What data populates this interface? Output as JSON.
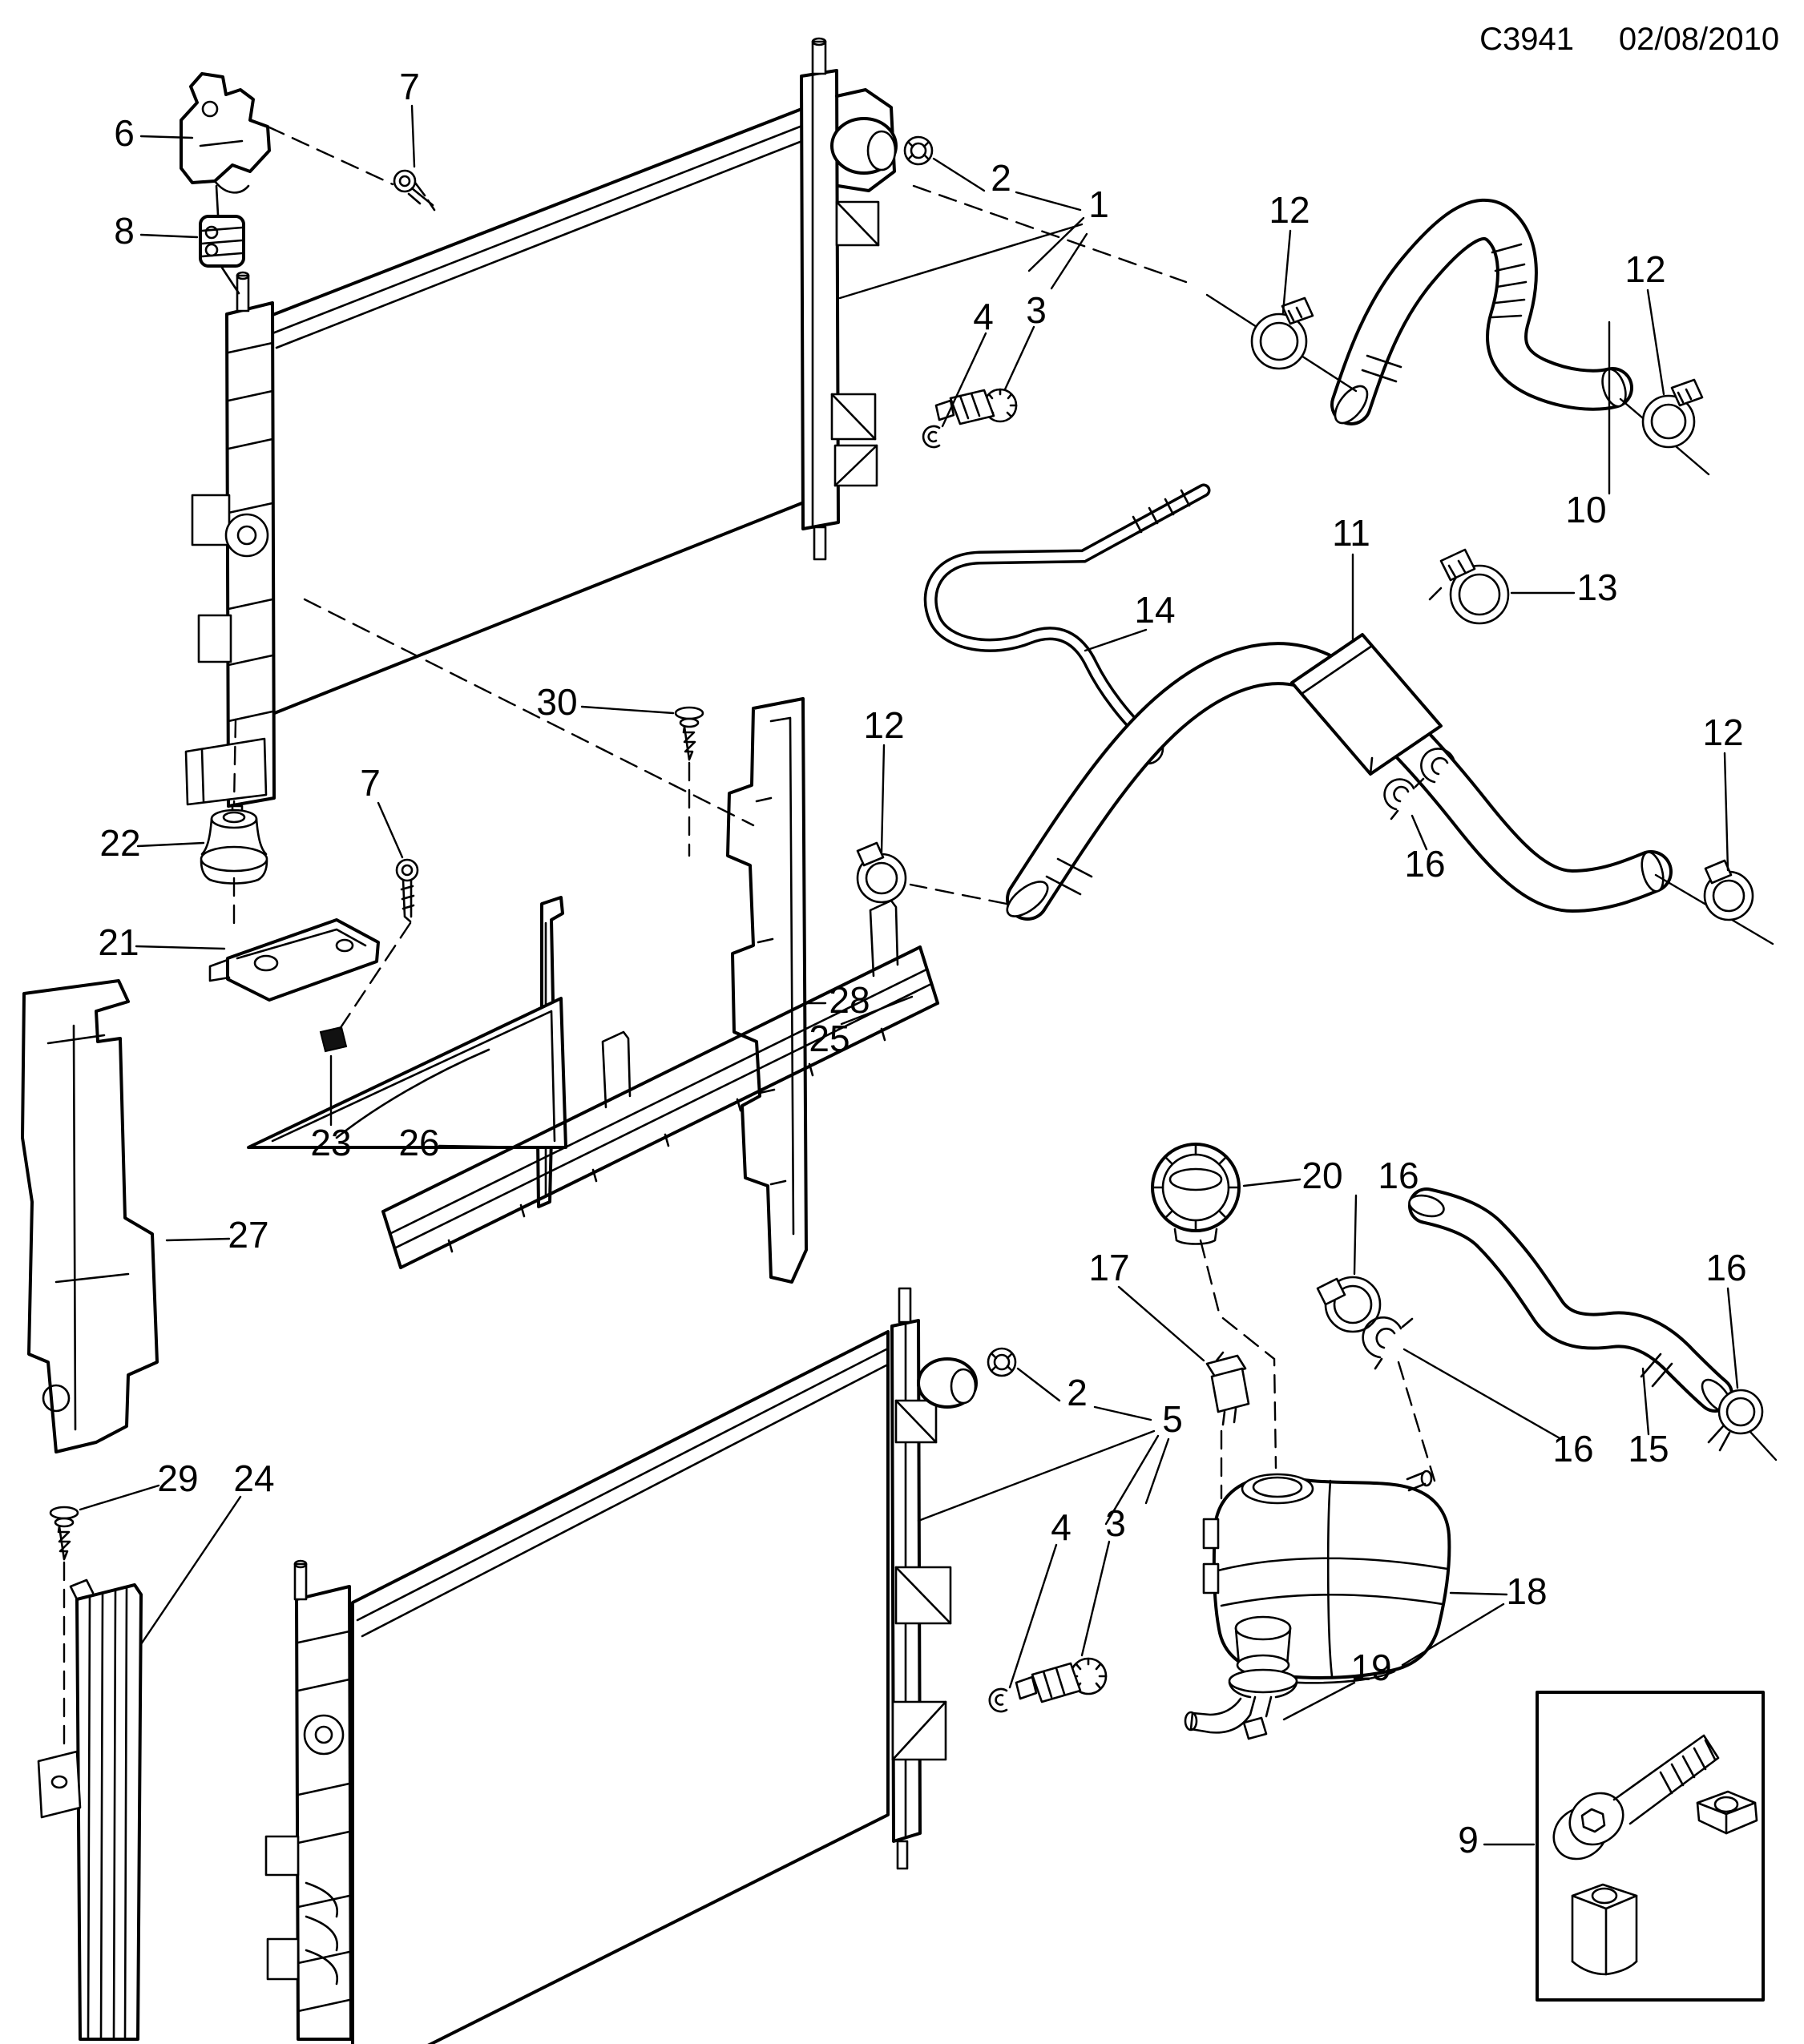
{
  "header": {
    "drawing_code": "C3941",
    "date": "02/08/2010"
  },
  "colors": {
    "line": "#000000",
    "background": "#ffffff"
  },
  "callouts": [
    {
      "part": "radiator-upper-bracket",
      "label": "6"
    },
    {
      "part": "bracket-screw-upper",
      "label": "7"
    },
    {
      "part": "radiator-upper-mount",
      "label": "8"
    },
    {
      "part": "radiator-nut-upper",
      "label": "2"
    },
    {
      "part": "radiator-upper-assembly",
      "label": "1"
    },
    {
      "part": "drain-seal-ring-upper",
      "label": "4"
    },
    {
      "part": "drain-plug-upper",
      "label": "3"
    },
    {
      "part": "hose-clamp",
      "label": "12"
    },
    {
      "part": "hose-clamp",
      "label": "12"
    },
    {
      "part": "radiator-hose-upper",
      "label": "10"
    },
    {
      "part": "radiator-hose-lower",
      "label": "11"
    },
    {
      "part": "hose-clamp-large",
      "label": "13"
    },
    {
      "part": "vent-hose",
      "label": "14"
    },
    {
      "part": "hose-clamp",
      "label": "12"
    },
    {
      "part": "retaining-clip",
      "label": "16"
    },
    {
      "part": "hose-clamp",
      "label": "12"
    },
    {
      "part": "push-pin",
      "label": "30"
    },
    {
      "part": "insulator-lower",
      "label": "22"
    },
    {
      "part": "bracket-screw-lower",
      "label": "7"
    },
    {
      "part": "radiator-lower-bracket",
      "label": "21"
    },
    {
      "part": "side-air-deflector",
      "label": "28"
    },
    {
      "part": "lower-shroud",
      "label": "25"
    },
    {
      "part": "bracket-nut",
      "label": "23"
    },
    {
      "part": "center-deflector",
      "label": "26"
    },
    {
      "part": "air-duct",
      "label": "27"
    },
    {
      "part": "push-pin-lower",
      "label": "29"
    },
    {
      "part": "side-baffle",
      "label": "24"
    },
    {
      "part": "radiator-nut-lower",
      "label": "2"
    },
    {
      "part": "radiator-lower-assembly",
      "label": "5"
    },
    {
      "part": "drain-seal-ring-lower",
      "label": "4"
    },
    {
      "part": "drain-plug-lower",
      "label": "3"
    },
    {
      "part": "expansion-tank-cap",
      "label": "20"
    },
    {
      "part": "clamp-tank-hose-a",
      "label": "16"
    },
    {
      "part": "coolant-level-sensor",
      "label": "17"
    },
    {
      "part": "clamp-tank-hose-b",
      "label": "16"
    },
    {
      "part": "clamp-tank-hose-c",
      "label": "16"
    },
    {
      "part": "expansion-tank-hose",
      "label": "15"
    },
    {
      "part": "expansion-tank",
      "label": "18"
    },
    {
      "part": "tank-drain-valve",
      "label": "19"
    },
    {
      "part": "fastener-kit",
      "label": "9"
    }
  ]
}
